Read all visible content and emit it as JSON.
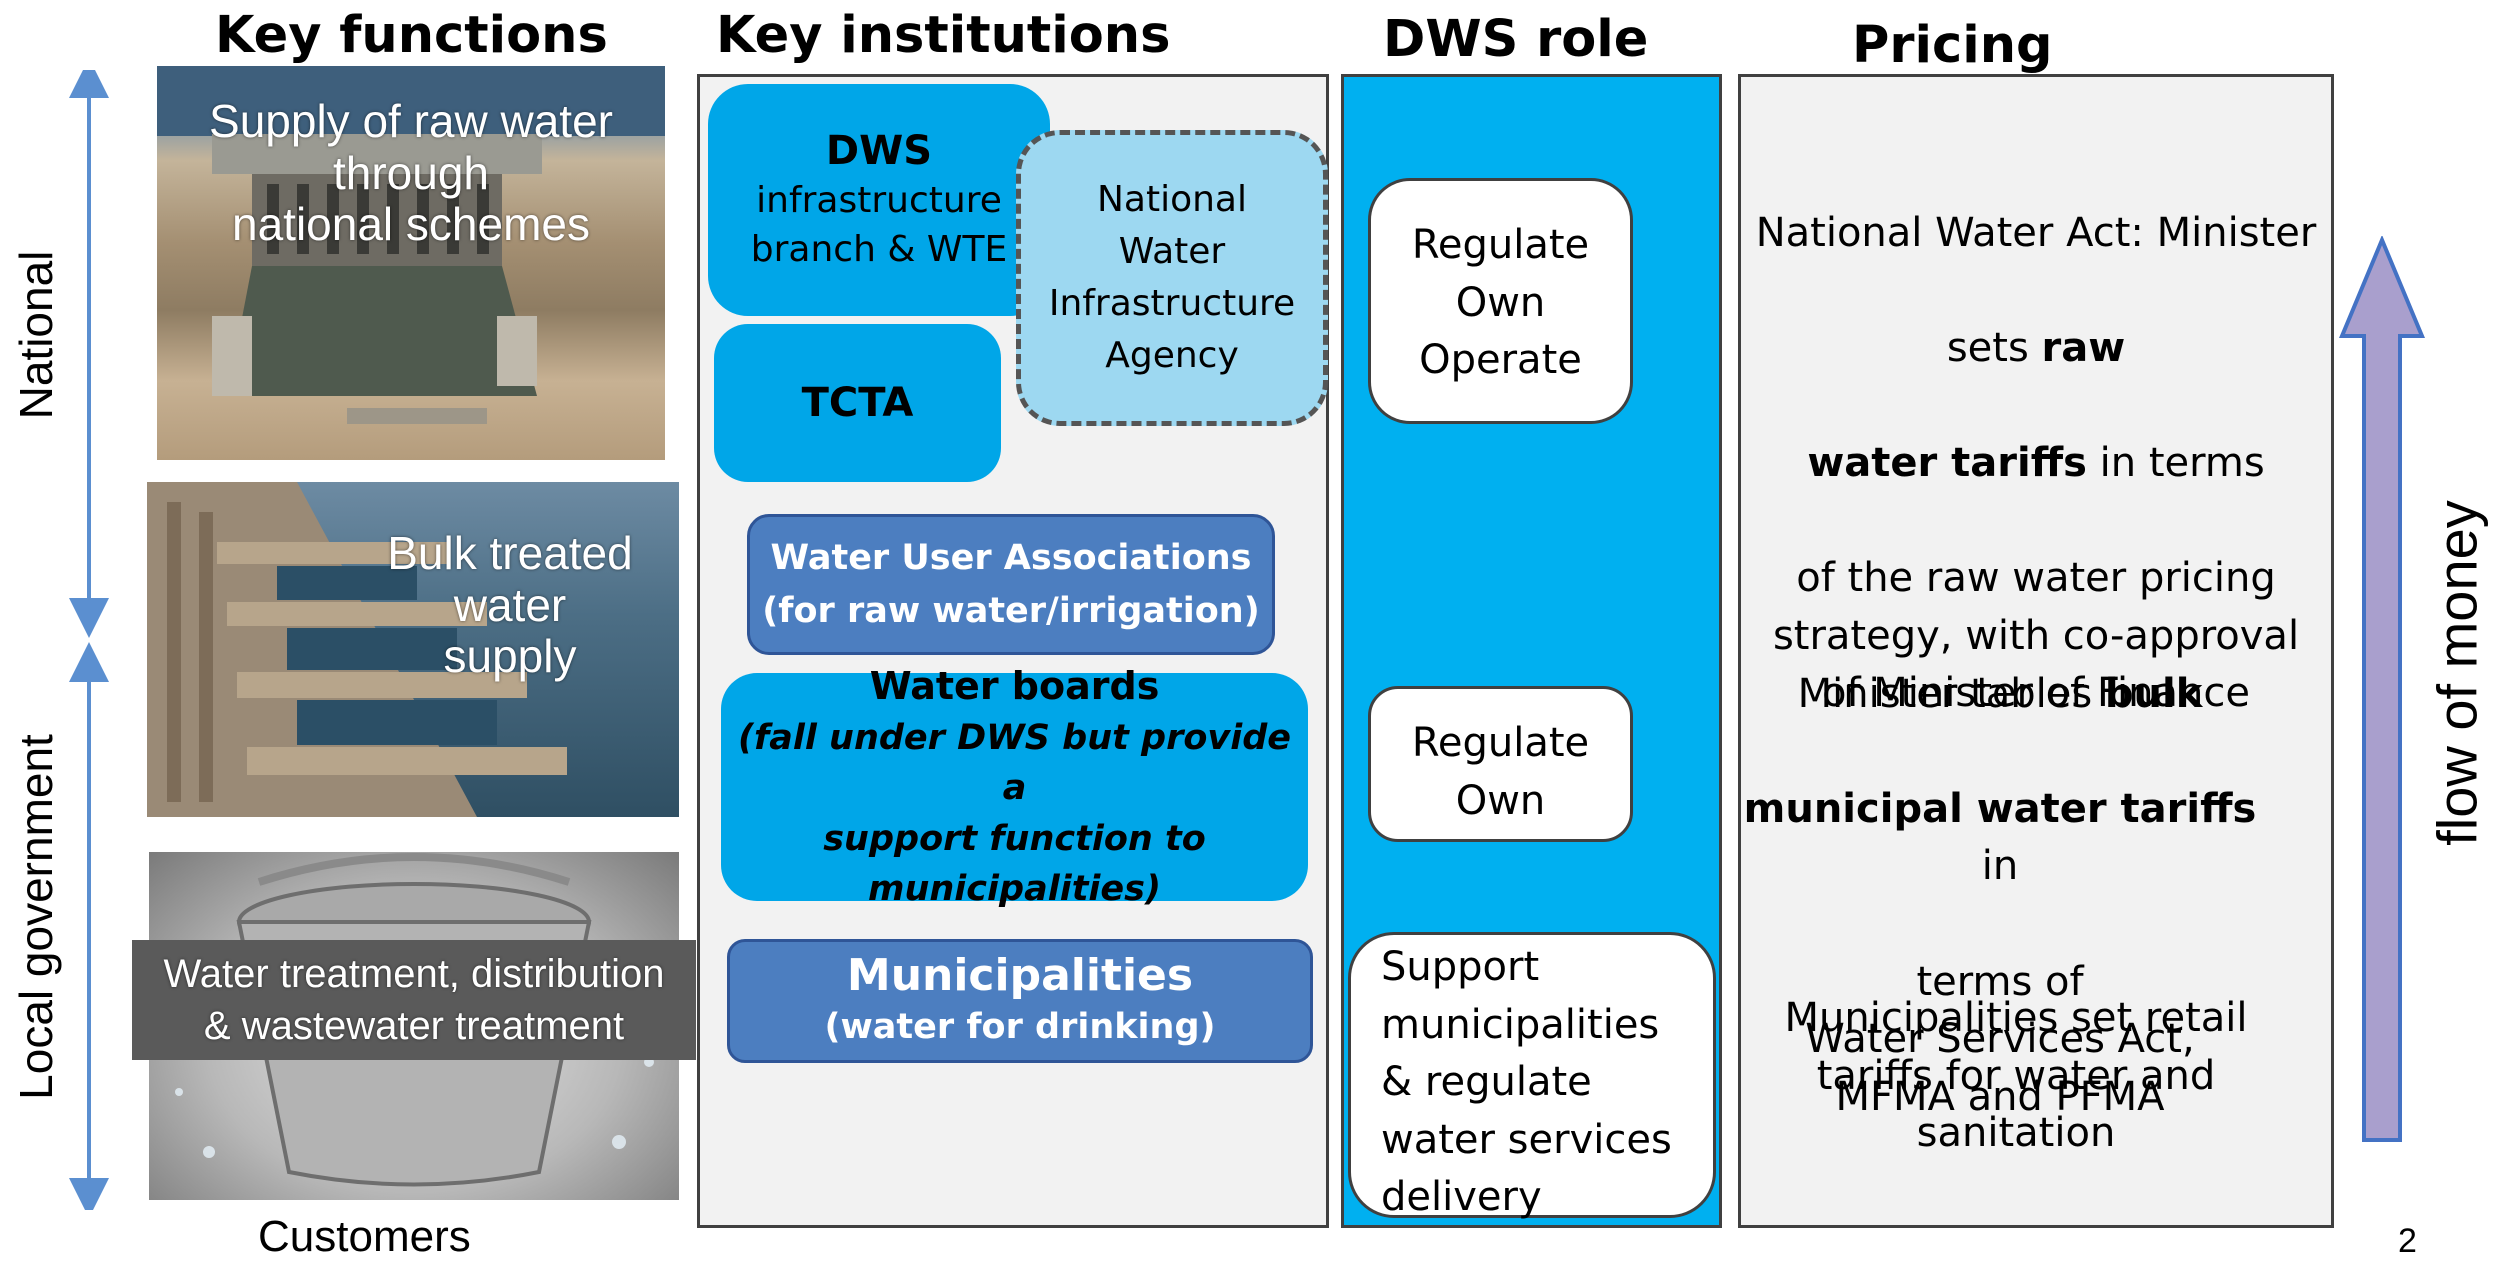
{
  "headers": {
    "key_functions": "Key functions",
    "key_institutions": "Key institutions",
    "dws_role": "DWS role",
    "pricing": "Pricing"
  },
  "side_labels": {
    "national": "National",
    "local_government": "Local government",
    "flow_of_money": "flow of money"
  },
  "functions": {
    "raw_water": "Supply of raw water\nthrough\nnational schemes",
    "bulk_treated": "Bulk treated\nwater\nsupply",
    "treatment": "Water treatment, distribution\n& wastewater treatment"
  },
  "footer": {
    "customers": "Customers",
    "page_number": "2"
  },
  "institutions": {
    "dws": {
      "title": "DWS",
      "subtitle": "infrastructure\nbranch & WTE"
    },
    "nwia": "National\nWater\nInfrastructure\nAgency",
    "tcta": "TCTA",
    "wua": {
      "title": "Water User Associations",
      "subtitle": "(for raw water/irrigation)"
    },
    "water_boards": {
      "title": "Water boards",
      "subtitle": "(fall under DWS but provide a\nsupport function to\nmunicipalities)"
    },
    "municipalities": {
      "title": "Municipalities",
      "subtitle": "(water for drinking)"
    }
  },
  "dws_roles": {
    "national": "Regulate\nOwn\nOperate",
    "water_boards": "Regulate\nOwn",
    "municipal": "Support\nmunicipalities\n& regulate\nwater services\ndelivery"
  },
  "pricing": {
    "raw": {
      "line1": "National Water Act: Minister",
      "line2_pre": "sets ",
      "line2_bold": "raw",
      "line3_bold": "water tariffs",
      "line3_post": " in terms",
      "rest": "of the raw water pricing\nstrategy, with co-approval\nof Minister of Finance"
    },
    "bulk": {
      "line1_pre": "Minister tables ",
      "line1_bold": "bulk",
      "line2_bold": "municipal water tariffs",
      "line2_post": " in",
      "rest": "terms of\nWater Services Act,\nMFMA and PFMA"
    },
    "retail": "Municipalities set retail\ntariffs for water and\nsanitation"
  },
  "colors": {
    "bright_blue": "#00a6e8",
    "light_blue": "#9dd8f1",
    "steel_blue": "#4c7ec0",
    "dws_column": "#00b0f0",
    "arrow_fill": "#a99fcd",
    "arrow_outline": "#4472c4",
    "axis_blue": "#5b8fd0"
  }
}
